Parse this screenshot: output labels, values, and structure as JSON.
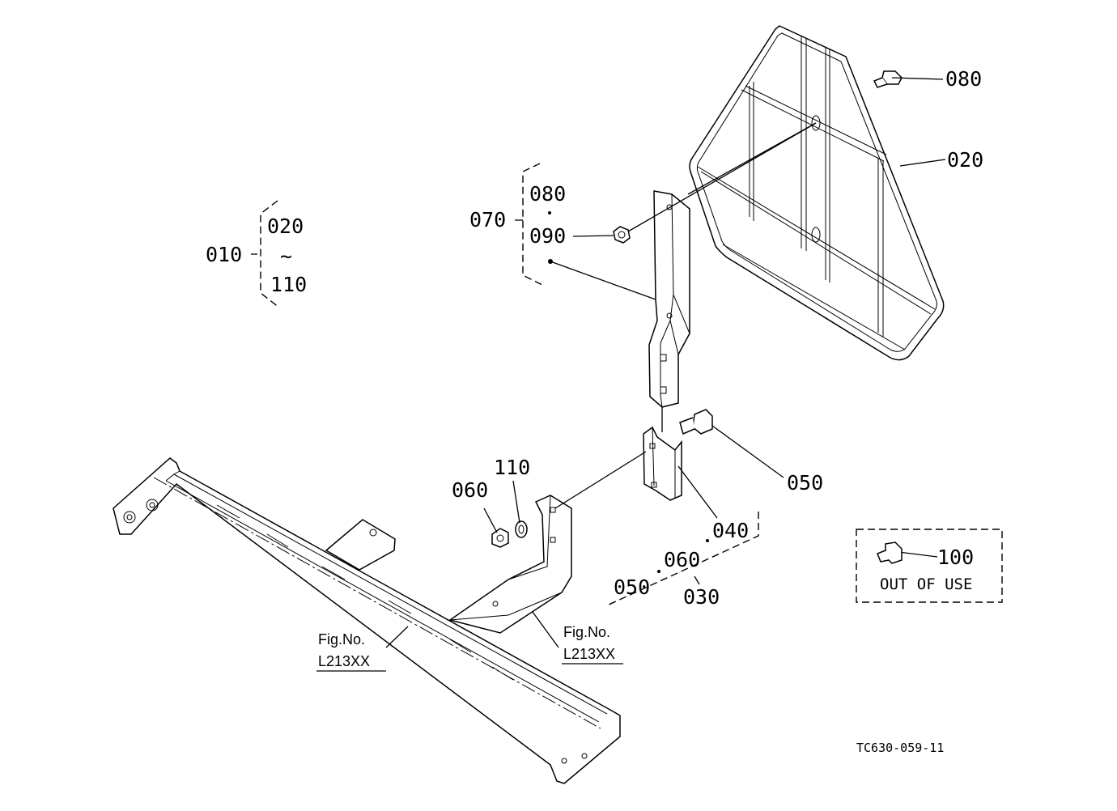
{
  "diagram": {
    "drawing_code": "TC630-059-11",
    "parts": {
      "p010": "010",
      "p020": "020",
      "p020_group": "020",
      "p030": "030",
      "p040": "040",
      "p050": "050",
      "p050_group": "050",
      "p060": "060",
      "p060_group": "060",
      "p070": "070",
      "p080": "080",
      "p080_group": "080",
      "p090": "090",
      "p100": "100",
      "p110": "110",
      "p110_group": "110",
      "tilde": "~"
    },
    "out_of_use": "OUT OF USE",
    "fig_refs": [
      {
        "label": "Fig.No.",
        "number": "L213XX"
      },
      {
        "label": "Fig.No.",
        "number": "L213XX"
      }
    ]
  }
}
